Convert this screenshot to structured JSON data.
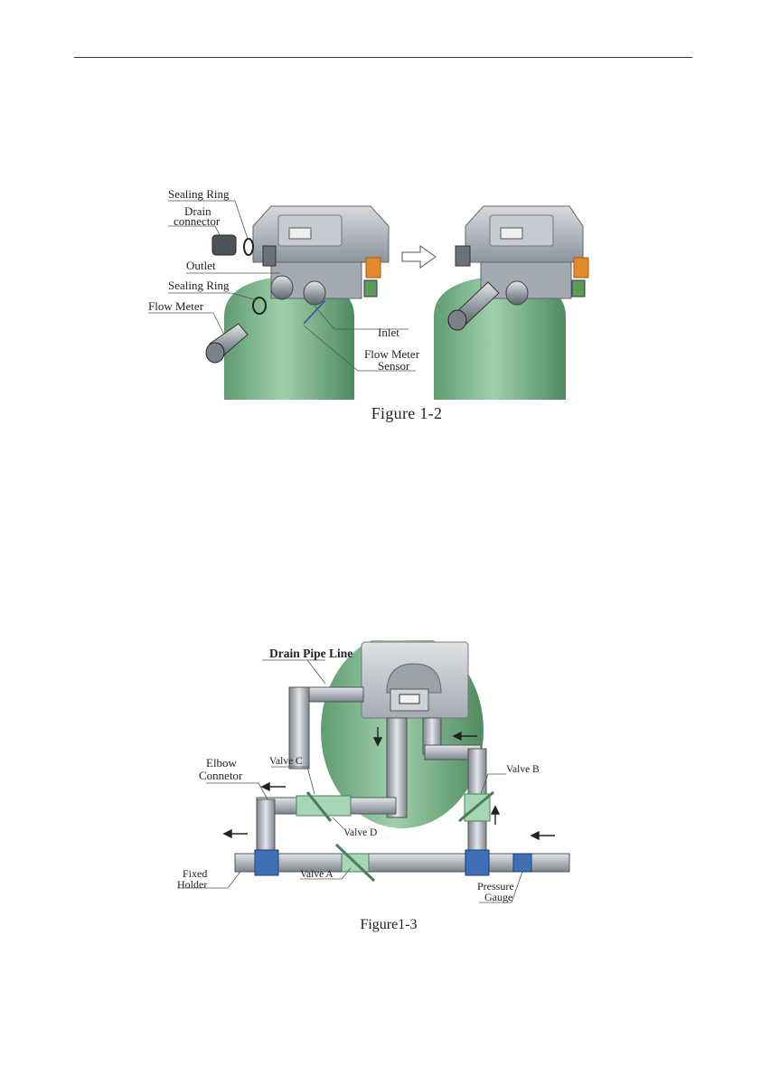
{
  "figure1": {
    "caption": "Figure 1-2",
    "labels": {
      "sealing_ring_top": "Sealing Ring",
      "drain_connector_line1": "Drain",
      "drain_connector_line2": "connector",
      "outlet": "Outlet",
      "sealing_ring_mid": "Sealing Ring",
      "flow_meter": "Flow Meter",
      "inlet": "Inlet",
      "flow_meter_sensor_line1": "Flow Meter",
      "flow_meter_sensor_line2": "Sensor"
    }
  },
  "figure2": {
    "caption": "Figure1-3",
    "labels": {
      "drain_pipe_line": "Drain Pipe Line",
      "elbow_line1": "Elbow",
      "elbow_line2": "Connetor",
      "valve_c": "Valve C",
      "valve_d": "Valve D",
      "valve_b": "Valve B",
      "fixed_holder_line1": "Fixed",
      "fixed_holder_line2": "Holder",
      "valve_a": "Valve A",
      "pressure_line1": "Pressure",
      "pressure_line2": "Gauge"
    }
  },
  "colors": {
    "tank_green": "#7fb88e",
    "valve_gray": "#b9bec4",
    "pipe_blue": "#3f6fb5",
    "valve_green": "#a6d6b3",
    "accent_orange": "#e58a2b"
  }
}
